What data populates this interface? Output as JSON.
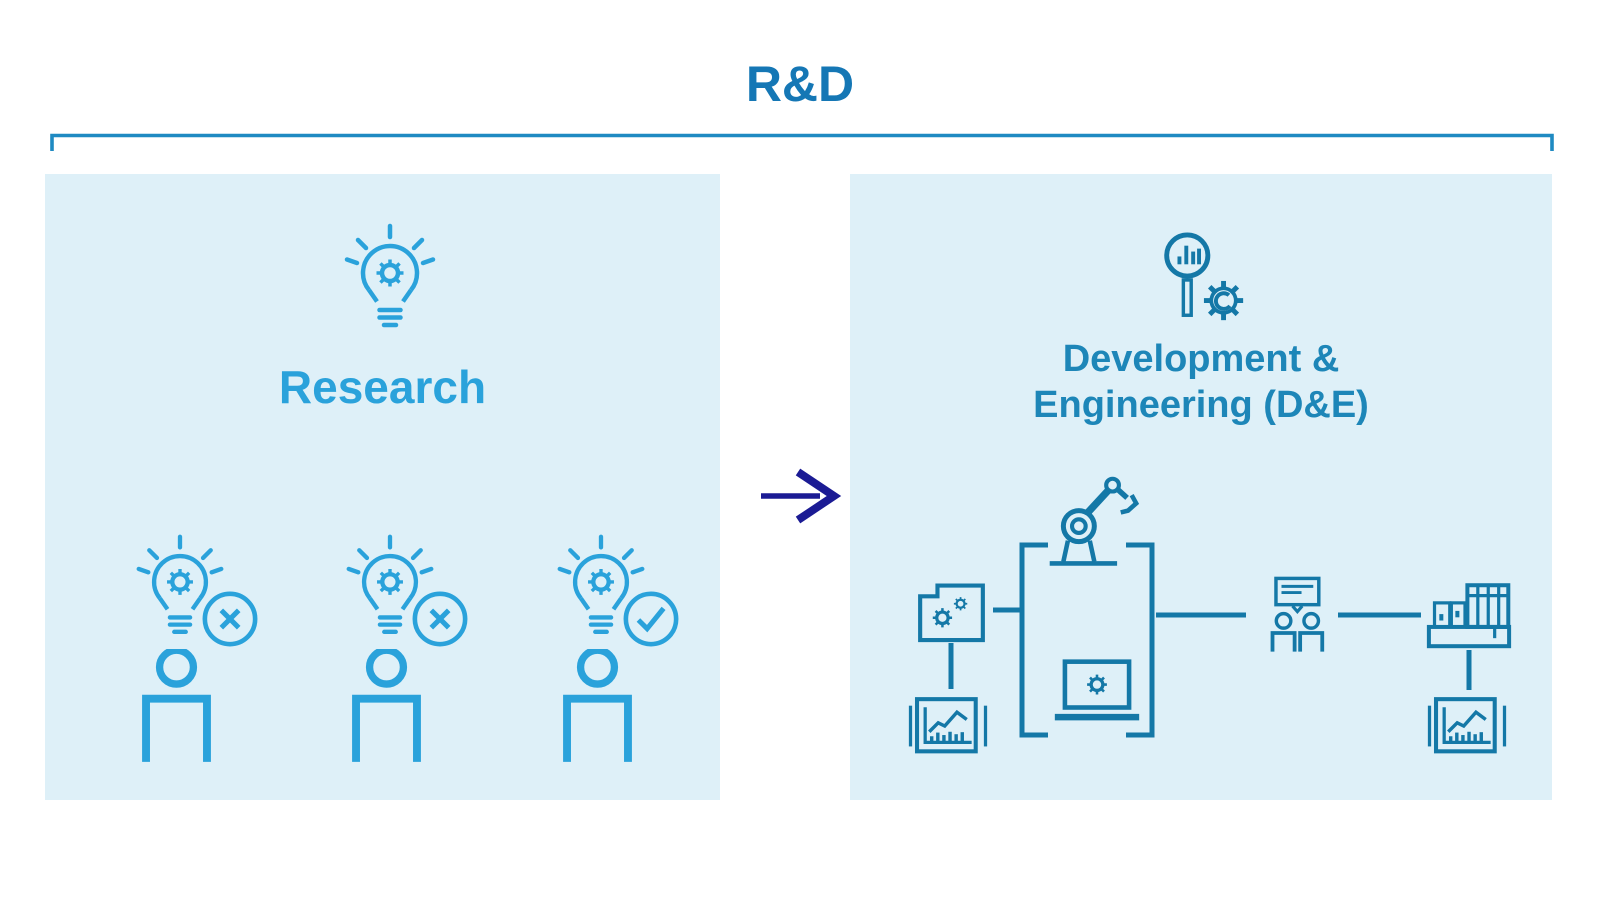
{
  "header": {
    "title": "R&D",
    "bracket_icon": "span-bracket-line"
  },
  "colors": {
    "accent-left": "#2aa2db",
    "accent-right": "#1478a7",
    "right-title": "#1d86b8",
    "header-blue": "#1577b5",
    "bracket-line": "#1f8ac2",
    "arrow-navy": "#1b1b94",
    "panel-bg": "#def0f8"
  },
  "left_panel": {
    "title": "Research",
    "header_icon": "idea-lightbulb-gear-icon",
    "researchers": [
      {
        "idea_icon": "idea-lightbulb-gear-icon",
        "outcome_icon": "x-circle-icon",
        "person_icon": "researcher-person-icon"
      },
      {
        "idea_icon": "idea-lightbulb-gear-icon",
        "outcome_icon": "x-circle-icon",
        "person_icon": "researcher-person-icon"
      },
      {
        "idea_icon": "idea-lightbulb-gear-icon",
        "outcome_icon": "check-circle-icon",
        "person_icon": "researcher-person-icon"
      }
    ]
  },
  "flow_arrow": {
    "icon": "right-arrow-icon"
  },
  "right_panel": {
    "title_line1": "Development &",
    "title_line2": "Engineering (D&E)",
    "header_icon": "analysis-magnifier-gear-icon",
    "process_flow": {
      "nodes": [
        {
          "icon": "folder-gears-icon"
        },
        {
          "icon": "presentation-chart-icon"
        },
        {
          "icon": "robot-arm-icon"
        },
        {
          "icon": "laptop-gear-icon"
        },
        {
          "icon": "discussion-people-icon"
        },
        {
          "icon": "industrial-machine-icon"
        },
        {
          "icon": "presentation-chart-icon"
        }
      ]
    }
  }
}
